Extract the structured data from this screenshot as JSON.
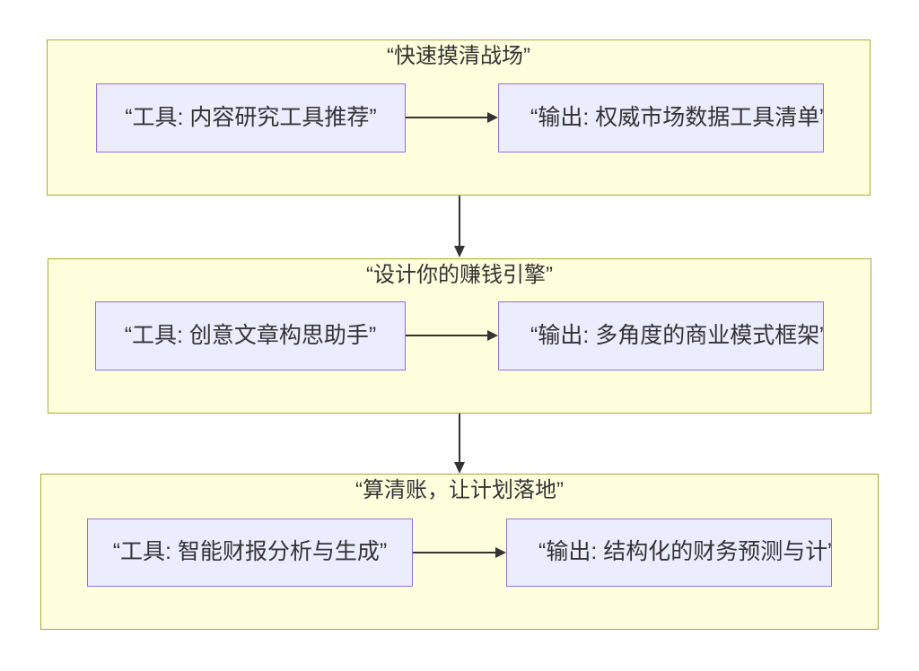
{
  "diagram": {
    "type": "flowchart",
    "sections": [
      {
        "title": "“快速摸清战场”",
        "tool": "“工具: 内容研究工具推荐”",
        "output": "“输出: 权威市场数据工具清单”"
      },
      {
        "title": "“设计你的赚钱引擎”",
        "tool": "“工具: 创意文章构思助手”",
        "output": "“输出: 多角度的商业模式框架”"
      },
      {
        "title": "“算清账，让计划落地”",
        "tool": "“工具: 智能财报分析与生成”",
        "output": "“输出: 结构化的财务预测与计”"
      }
    ],
    "colors": {
      "cluster_fill": "#ffffde",
      "cluster_border": "#aaaa33",
      "node_fill": "#ECECFF",
      "node_border": "#9370DB",
      "edge": "#333333",
      "text": "#333333",
      "background": "#ffffff"
    }
  }
}
